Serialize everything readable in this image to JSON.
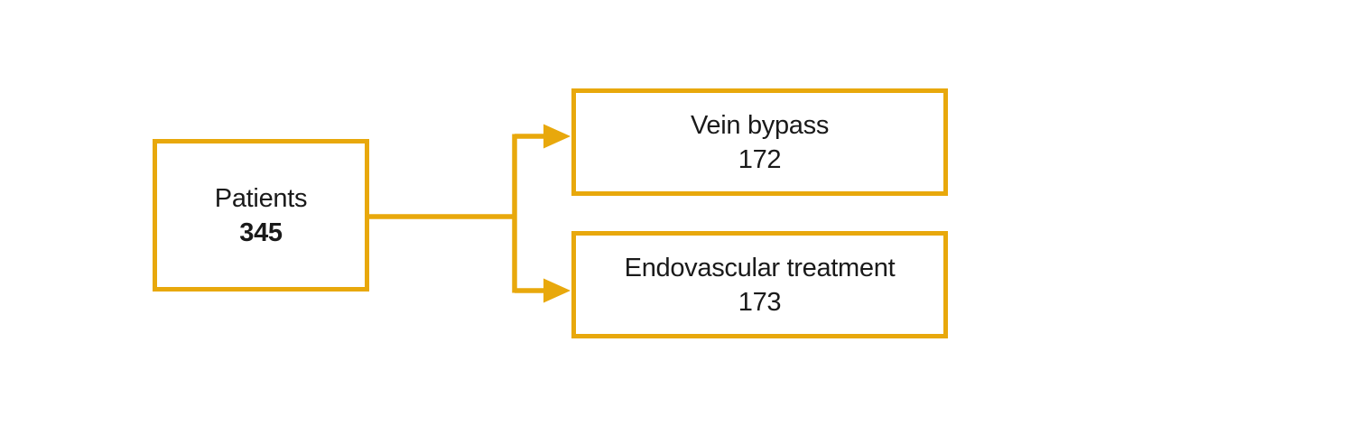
{
  "diagram": {
    "accent_color": "#E8A80C",
    "text_color": "#1A1A1A",
    "root": {
      "label": "Patients",
      "value": "345"
    },
    "branches": [
      {
        "label": "Vein bypass",
        "value": "172"
      },
      {
        "label": "Endovascular treatment",
        "value": "173"
      }
    ]
  }
}
